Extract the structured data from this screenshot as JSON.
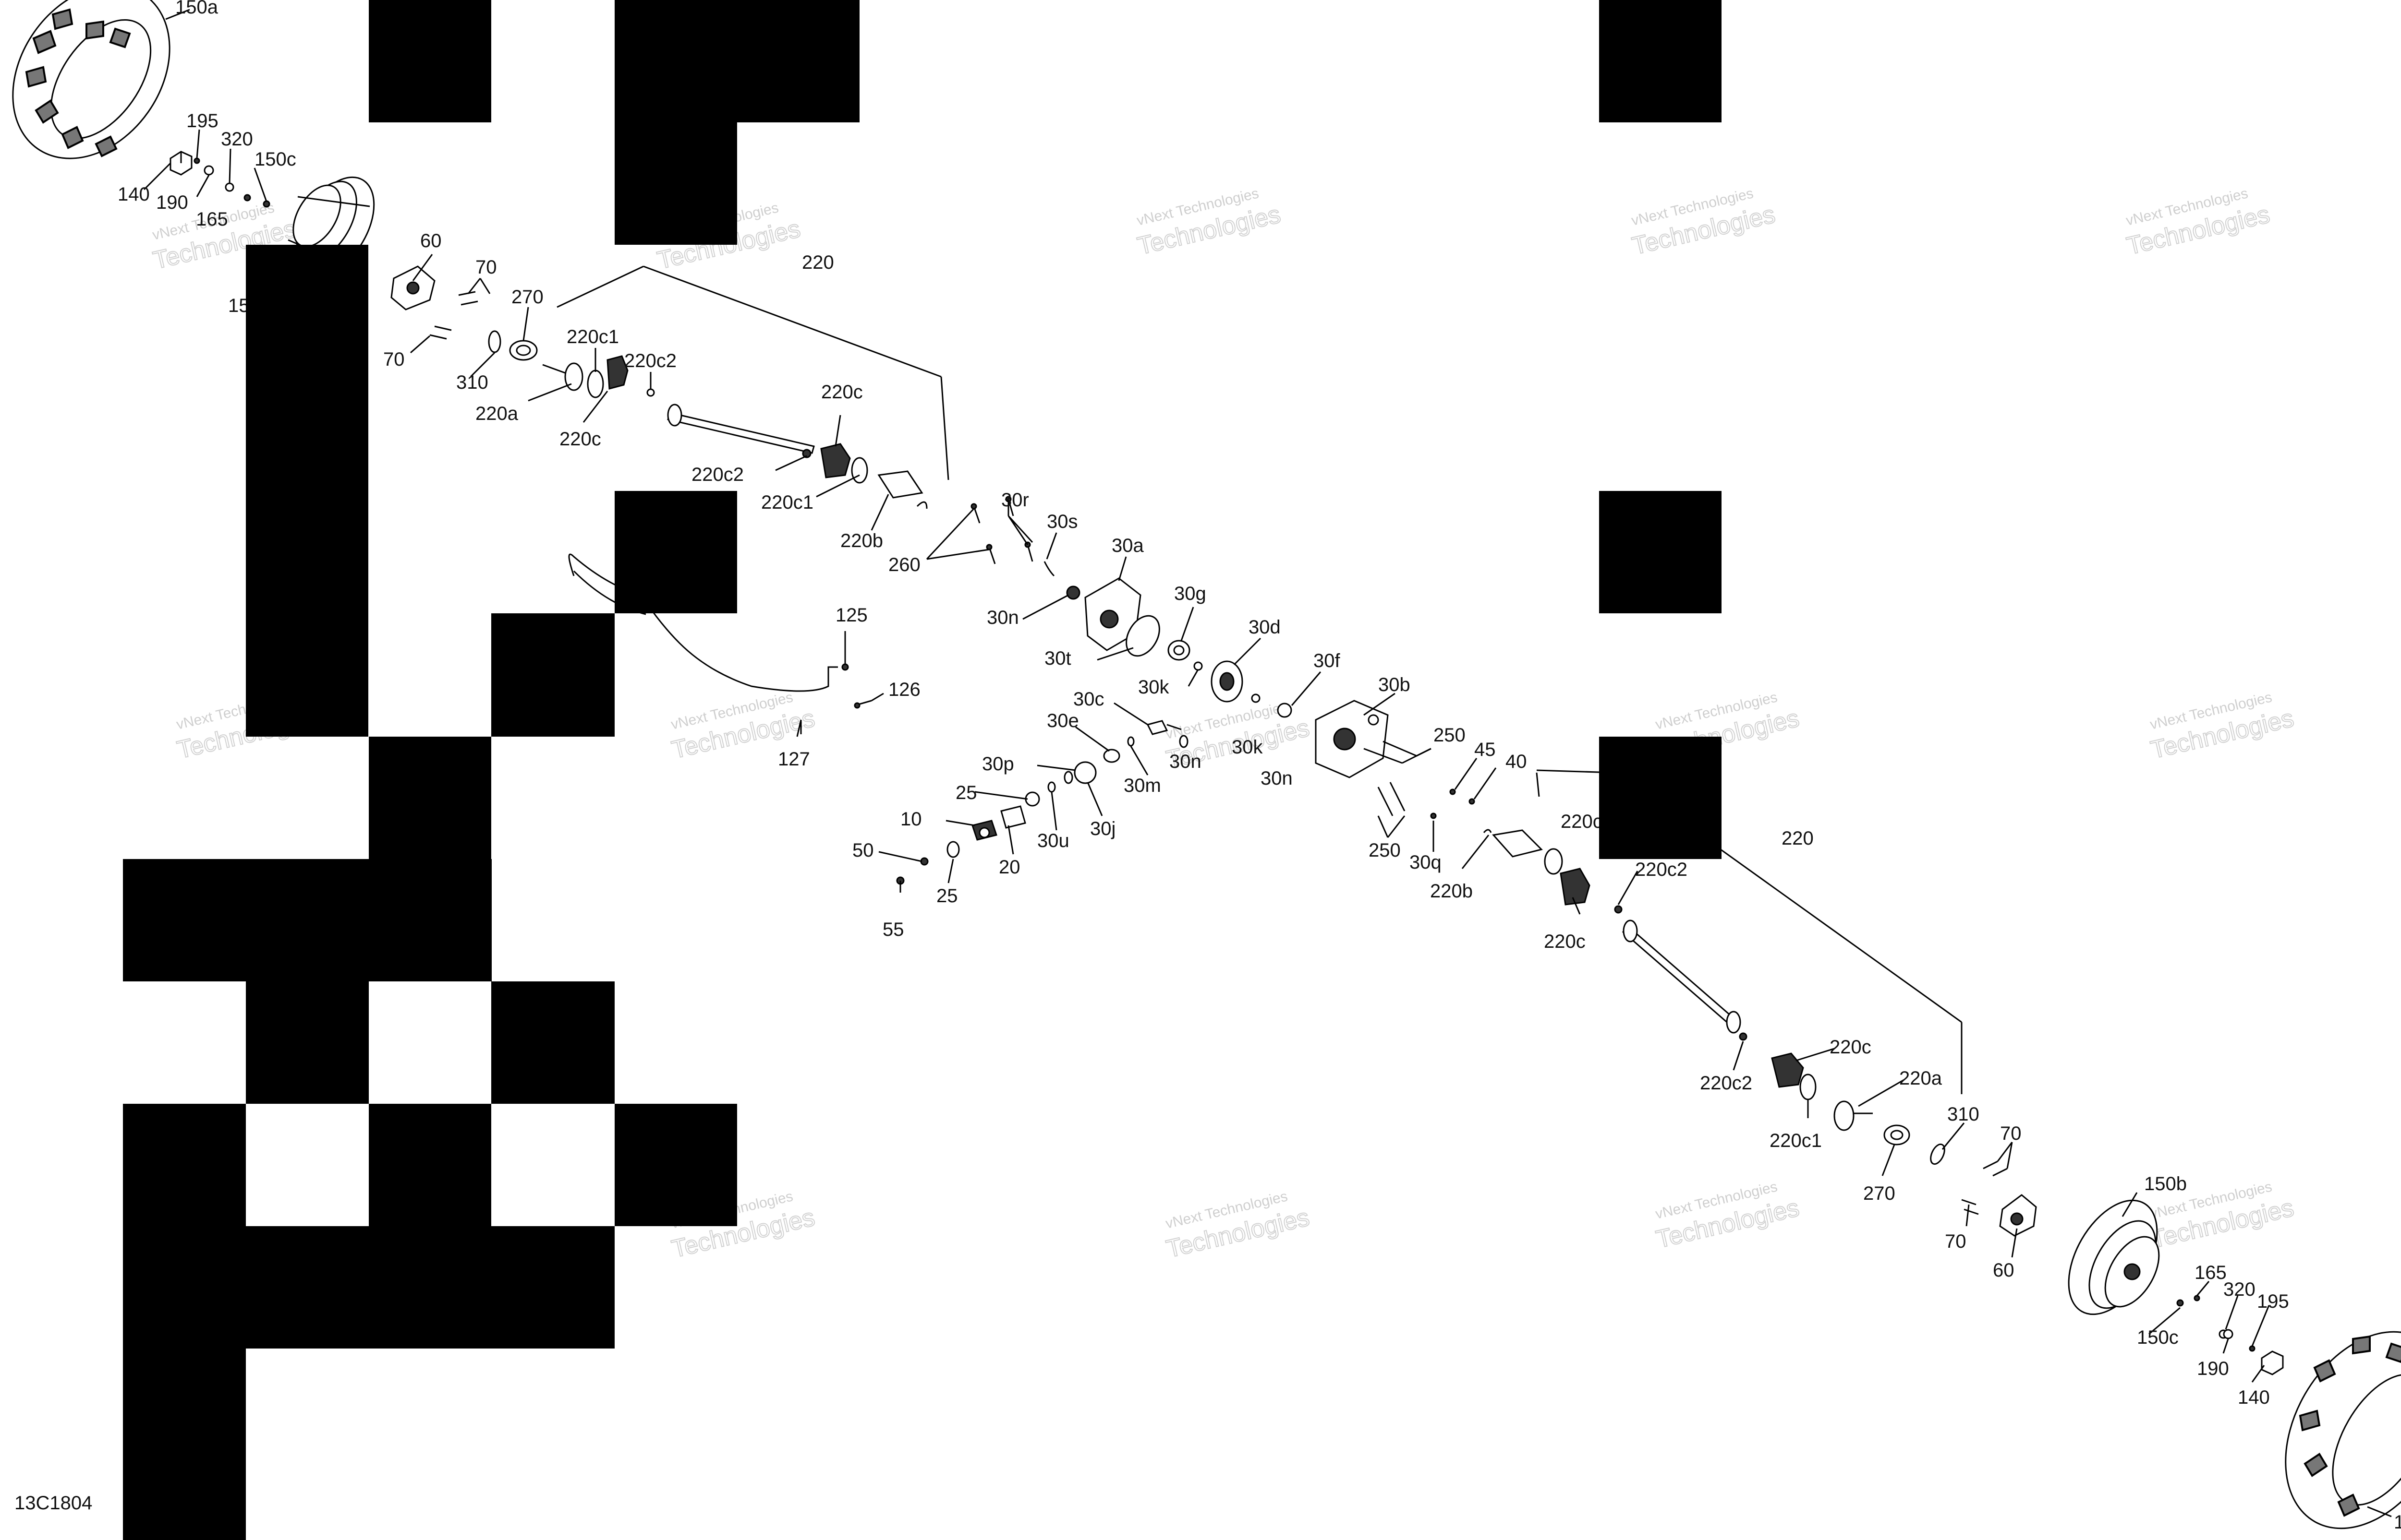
{
  "diagram": {
    "figure_code": "13C1804",
    "watermark": {
      "line1": "vNext Technologies",
      "line2": "Technologies"
    },
    "parts": {
      "p150a": "150a",
      "p195": "195",
      "p320": "320",
      "p150c": "150c",
      "p140": "140",
      "p190": "190",
      "p165": "165",
      "p150b": "150b",
      "p60": "60",
      "p70": "70",
      "p270": "270",
      "p310": "310",
      "p220": "220",
      "p220c1": "220c1",
      "p220c2": "220c2",
      "p220a": "220a",
      "p220c": "220c",
      "p220b": "220b",
      "p260": "260",
      "p30r": "30r",
      "p30s": "30s",
      "p30a": "30a",
      "p30n": "30n",
      "p30g": "30g",
      "p30t": "30t",
      "p30d": "30d",
      "p30k": "30k",
      "p30f": "30f",
      "p30b": "30b",
      "p30c": "30c",
      "p30e": "30e",
      "p30p": "30p",
      "p30m": "30m",
      "p30j": "30j",
      "p30u": "30u",
      "p30q": "30q",
      "p125": "125",
      "p126": "126",
      "p127": "127",
      "p250": "250",
      "p45": "45",
      "p40": "40",
      "p25": "25",
      "p10": "10",
      "p20": "20",
      "p50": "50",
      "p55": "55"
    }
  }
}
